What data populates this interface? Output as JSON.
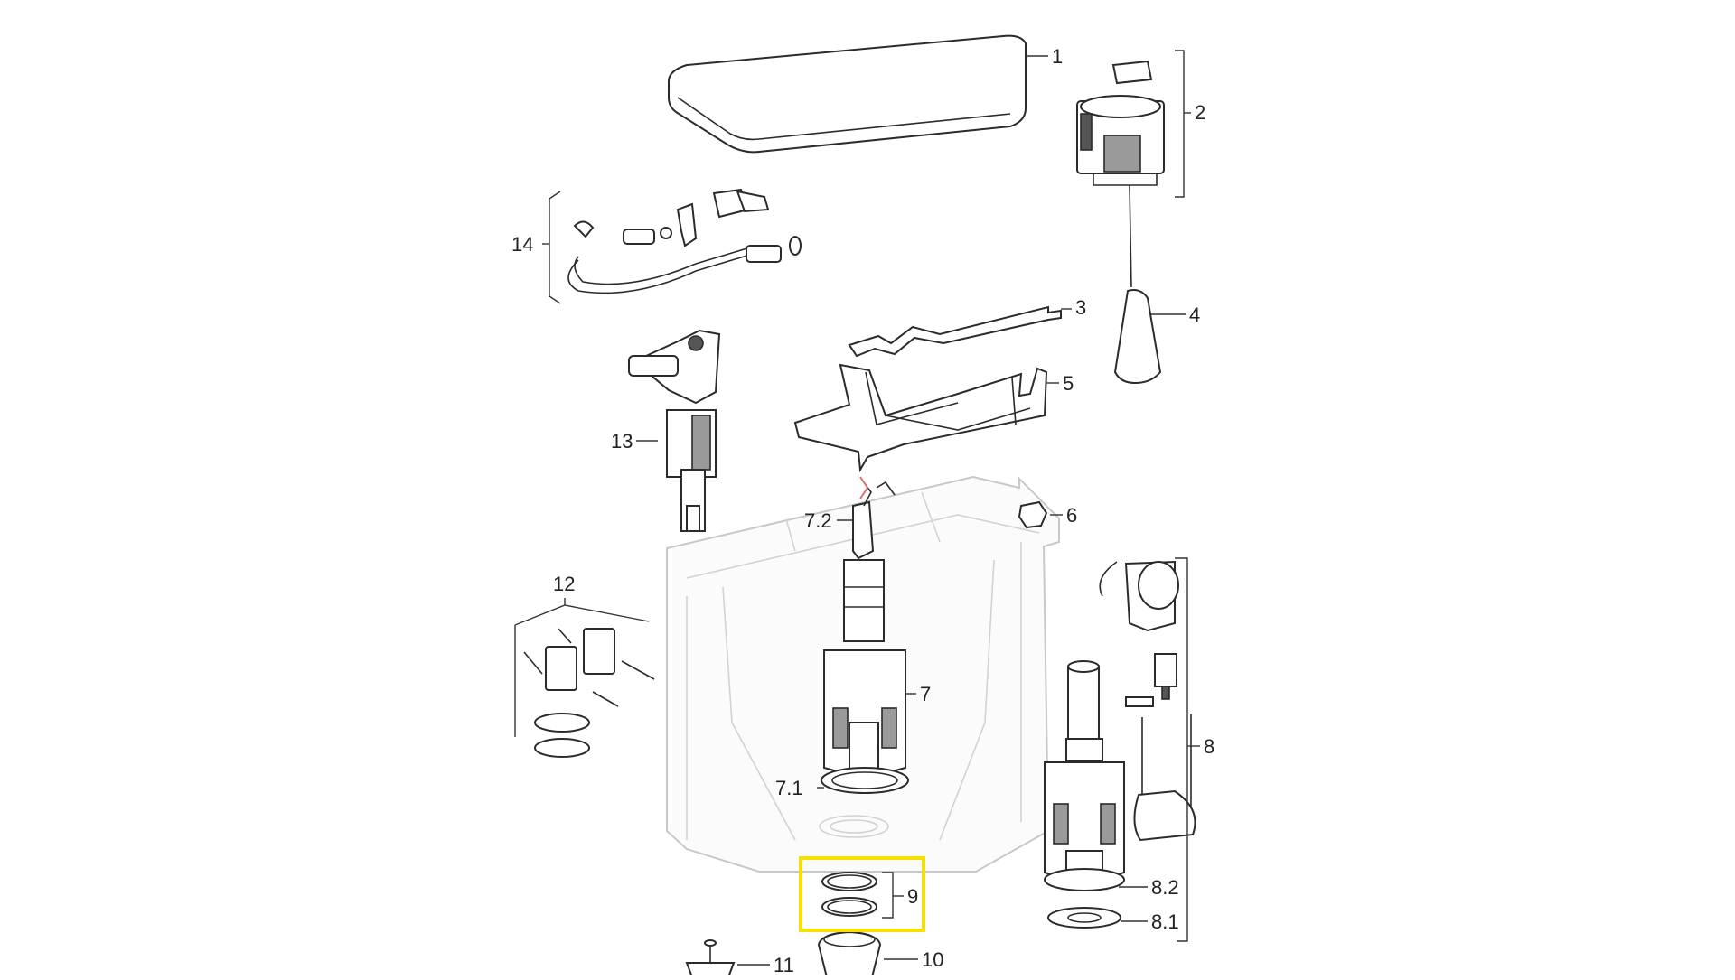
{
  "diagram": {
    "labels": {
      "p1": "1",
      "p2": "2",
      "p3": "3",
      "p4": "4",
      "p5": "5",
      "p6": "6",
      "p7": "7",
      "p7_1": "7.1",
      "p7_2": "7.2",
      "p8": "8",
      "p8_1": "8.1",
      "p8_2": "8.2",
      "p9": "9",
      "p10": "10",
      "p11": "11",
      "p12": "12",
      "p13": "13",
      "p14": "14"
    },
    "highlight": {
      "part": "9",
      "color": "#f5e100"
    }
  }
}
